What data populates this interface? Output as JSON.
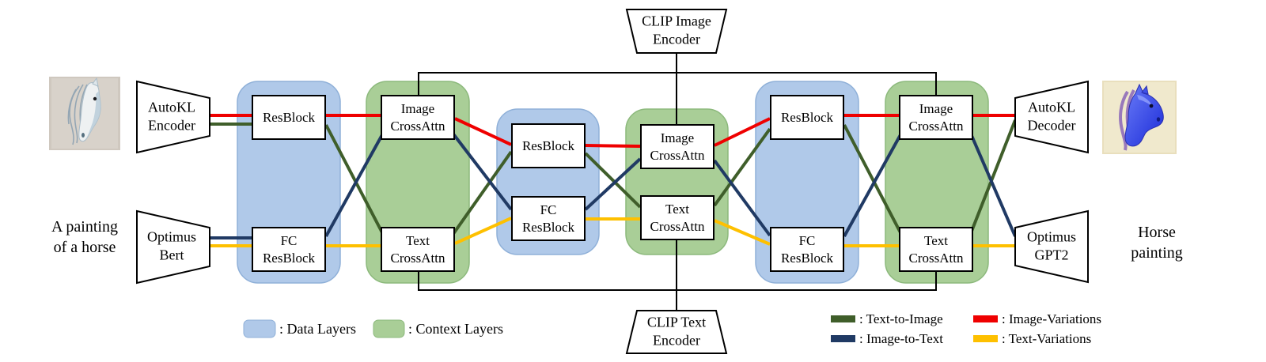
{
  "figure": {
    "background": "#ffffff",
    "description_domain": "architecture-diagram"
  },
  "colors": {
    "data_layer_fill": "#b0c9e9",
    "context_layer_fill": "#a9ce97",
    "image_variations": "#ef0000",
    "text_to_image": "#3f5e2a",
    "image_to_text": "#203a64",
    "text_variations": "#fec000",
    "connector": "#000000",
    "box_border": "#000000"
  },
  "io": {
    "input_text": "A painting\nof a horse",
    "output_text": "Horse\npainting"
  },
  "nodes": {
    "autokl_encoder": "AutoKL\nEncoder",
    "optimus_bert": "Optimus\nBert",
    "clip_image_encoder": "CLIP Image\nEncoder",
    "clip_text_encoder": "CLIP Text\nEncoder",
    "autokl_decoder": "AutoKL\nDecoder",
    "optimus_gpt2": "Optimus\nGPT2",
    "resblock_s1": "ResBlock",
    "fc_resblock_s1": "FC\nResBlock",
    "image_crossattn_s1": "Image\nCrossAttn",
    "text_crossattn_s1": "Text\nCrossAttn",
    "resblock_s2": "ResBlock",
    "fc_resblock_s2": "FC\nResBlock",
    "image_crossattn_s2": "Image\nCrossAttn",
    "text_crossattn_s2": "Text\nCrossAttn",
    "resblock_s3": "ResBlock",
    "fc_resblock_s3": "FC\nResBlock",
    "image_crossattn_s3": "Image\nCrossAttn",
    "text_crossattn_s3": "Text\nCrossAttn"
  },
  "legend": {
    "data_layers": ": Data Layers",
    "context_layers": ": Context Layers",
    "text_to_image": ": Text-to-Image",
    "image_to_text": ": Image-to-Text",
    "image_variations": ": Image-Variations",
    "text_variations": ": Text-Variations"
  },
  "flows": [
    {
      "name": "Image-Variations",
      "color": "#ef0000",
      "route": [
        "AutoKL Encoder",
        "ResBlock",
        "Image CrossAttn",
        "ResBlock",
        "Image CrossAttn",
        "ResBlock",
        "Image CrossAttn",
        "AutoKL Decoder"
      ]
    },
    {
      "name": "Text-to-Image",
      "color": "#3f5e2a",
      "route": [
        "AutoKL Encoder",
        "ResBlock",
        "Text CrossAttn",
        "ResBlock",
        "Text CrossAttn",
        "ResBlock",
        "Text CrossAttn",
        "AutoKL Decoder"
      ]
    },
    {
      "name": "Image-to-Text",
      "color": "#203a64",
      "route": [
        "Optimus Bert",
        "FC ResBlock",
        "Image CrossAttn",
        "FC ResBlock",
        "Image CrossAttn",
        "FC ResBlock",
        "Image CrossAttn",
        "Optimus GPT2"
      ]
    },
    {
      "name": "Text-Variations",
      "color": "#fec000",
      "route": [
        "Optimus Bert",
        "FC ResBlock",
        "Text CrossAttn",
        "FC ResBlock",
        "Text CrossAttn",
        "FC ResBlock",
        "Text CrossAttn",
        "Optimus GPT2"
      ]
    }
  ],
  "buses": [
    {
      "name": "clip-image-bus",
      "from": "CLIP Image Encoder",
      "to": [
        "Image CrossAttn s1",
        "Image CrossAttn s2",
        "Image CrossAttn s3"
      ]
    },
    {
      "name": "clip-text-bus",
      "from": "CLIP Text Encoder",
      "to": [
        "Text CrossAttn s1",
        "Text CrossAttn s2",
        "Text CrossAttn s3"
      ]
    }
  ]
}
